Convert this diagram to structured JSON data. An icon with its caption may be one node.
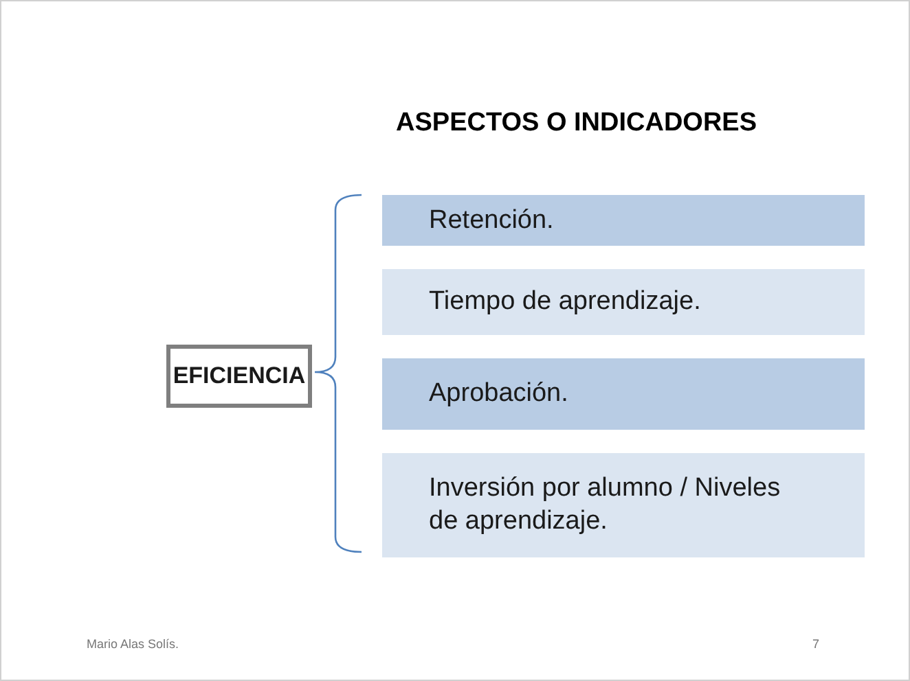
{
  "diagram": {
    "title": "ASPECTOS O INDICADORES",
    "nodes": [
      {
        "text": [
          "EFICIENCIA"
        ]
      },
      {
        "text": [
          "Retención."
        ]
      },
      {
        "text": [
          "Tiempo de aprendizaje."
        ]
      },
      {
        "text": [
          "Aprobación."
        ]
      },
      {
        "text": [
          "Inversión por alumno / Niveles de aprendizaje."
        ]
      }
    ],
    "labels": [
      "Mario Alas Solís.",
      "7"
    ]
  }
}
